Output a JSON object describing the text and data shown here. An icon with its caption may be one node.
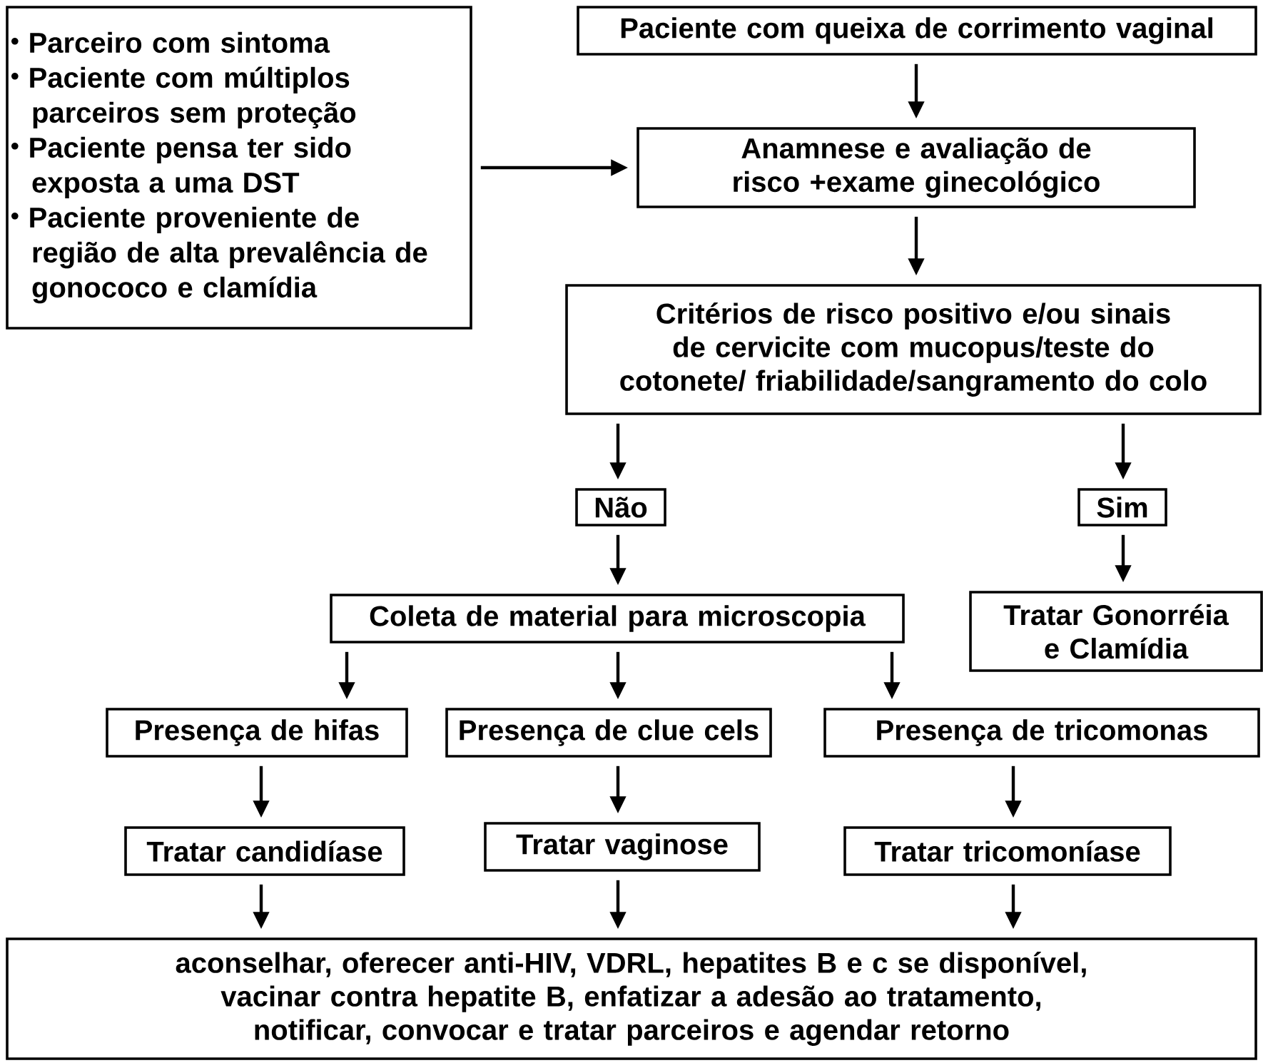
{
  "diagram": {
    "nodes": [
      {
        "text": [
          "Parceiro com sintoma",
          "Paciente com múltiplos parceiros sem proteção",
          "Paciente pensa ter sido exposta a uma DST",
          "Paciente proveniente de região de alta prevalência de gonococo e clamídia"
        ]
      },
      {
        "text": [
          "Paciente com queixa de corrimento vaginal"
        ]
      },
      {
        "text": [
          "Anamnese e avaliação de risco +exame ginecológico"
        ]
      },
      {
        "text": [
          "Critérios de risco positivo e/ou sinais de cervicite com mucopus/teste do cotonete/ friabilidade/sangramento do colo"
        ]
      },
      {
        "text": [
          "Não"
        ]
      },
      {
        "text": [
          "Sim"
        ]
      },
      {
        "text": [
          "Coleta de material para microscopia"
        ]
      },
      {
        "text": [
          "Tratar Gonorréia e Clamídia"
        ]
      },
      {
        "text": [
          "Presença de hifas"
        ]
      },
      {
        "text": [
          "Presença de clue cels"
        ]
      },
      {
        "text": [
          "Presença de tricomonas"
        ]
      },
      {
        "text": [
          "Tratar candidíase"
        ]
      },
      {
        "text": [
          "Tratar vaginose"
        ]
      },
      {
        "text": [
          "Tratar tricomoníase"
        ]
      },
      {
        "text": [
          "aconselhar, oferecer anti-HIV, VDRL, hepatites B e c se disponível, vacinar contra hepatite B, enfatizar a adesão ao tratamento, notificar, convocar e tratar parceiros e agendar retorno"
        ]
      }
    ],
    "edges": [
      {
        "from": 0,
        "to": 2,
        "arrow": "to"
      },
      {
        "from": 1,
        "to": 2,
        "arrow": "to"
      },
      {
        "from": 2,
        "to": 3,
        "arrow": "to"
      },
      {
        "from": 3,
        "to": 4,
        "arrow": "to"
      },
      {
        "from": 3,
        "to": 5,
        "arrow": "to"
      },
      {
        "from": 4,
        "to": 6,
        "arrow": "to"
      },
      {
        "from": 5,
        "to": 7,
        "arrow": "to"
      },
      {
        "from": 6,
        "to": 8,
        "arrow": "to"
      },
      {
        "from": 6,
        "to": 9,
        "arrow": "to"
      },
      {
        "from": 6,
        "to": 10,
        "arrow": "to"
      },
      {
        "from": 8,
        "to": 11,
        "arrow": "to"
      },
      {
        "from": 9,
        "to": 12,
        "arrow": "to"
      },
      {
        "from": 10,
        "to": 13,
        "arrow": "to"
      },
      {
        "from": 11,
        "to": 14,
        "arrow": "to"
      },
      {
        "from": 12,
        "to": 14,
        "arrow": "to"
      },
      {
        "from": 13,
        "to": 14,
        "arrow": "to"
      }
    ]
  }
}
